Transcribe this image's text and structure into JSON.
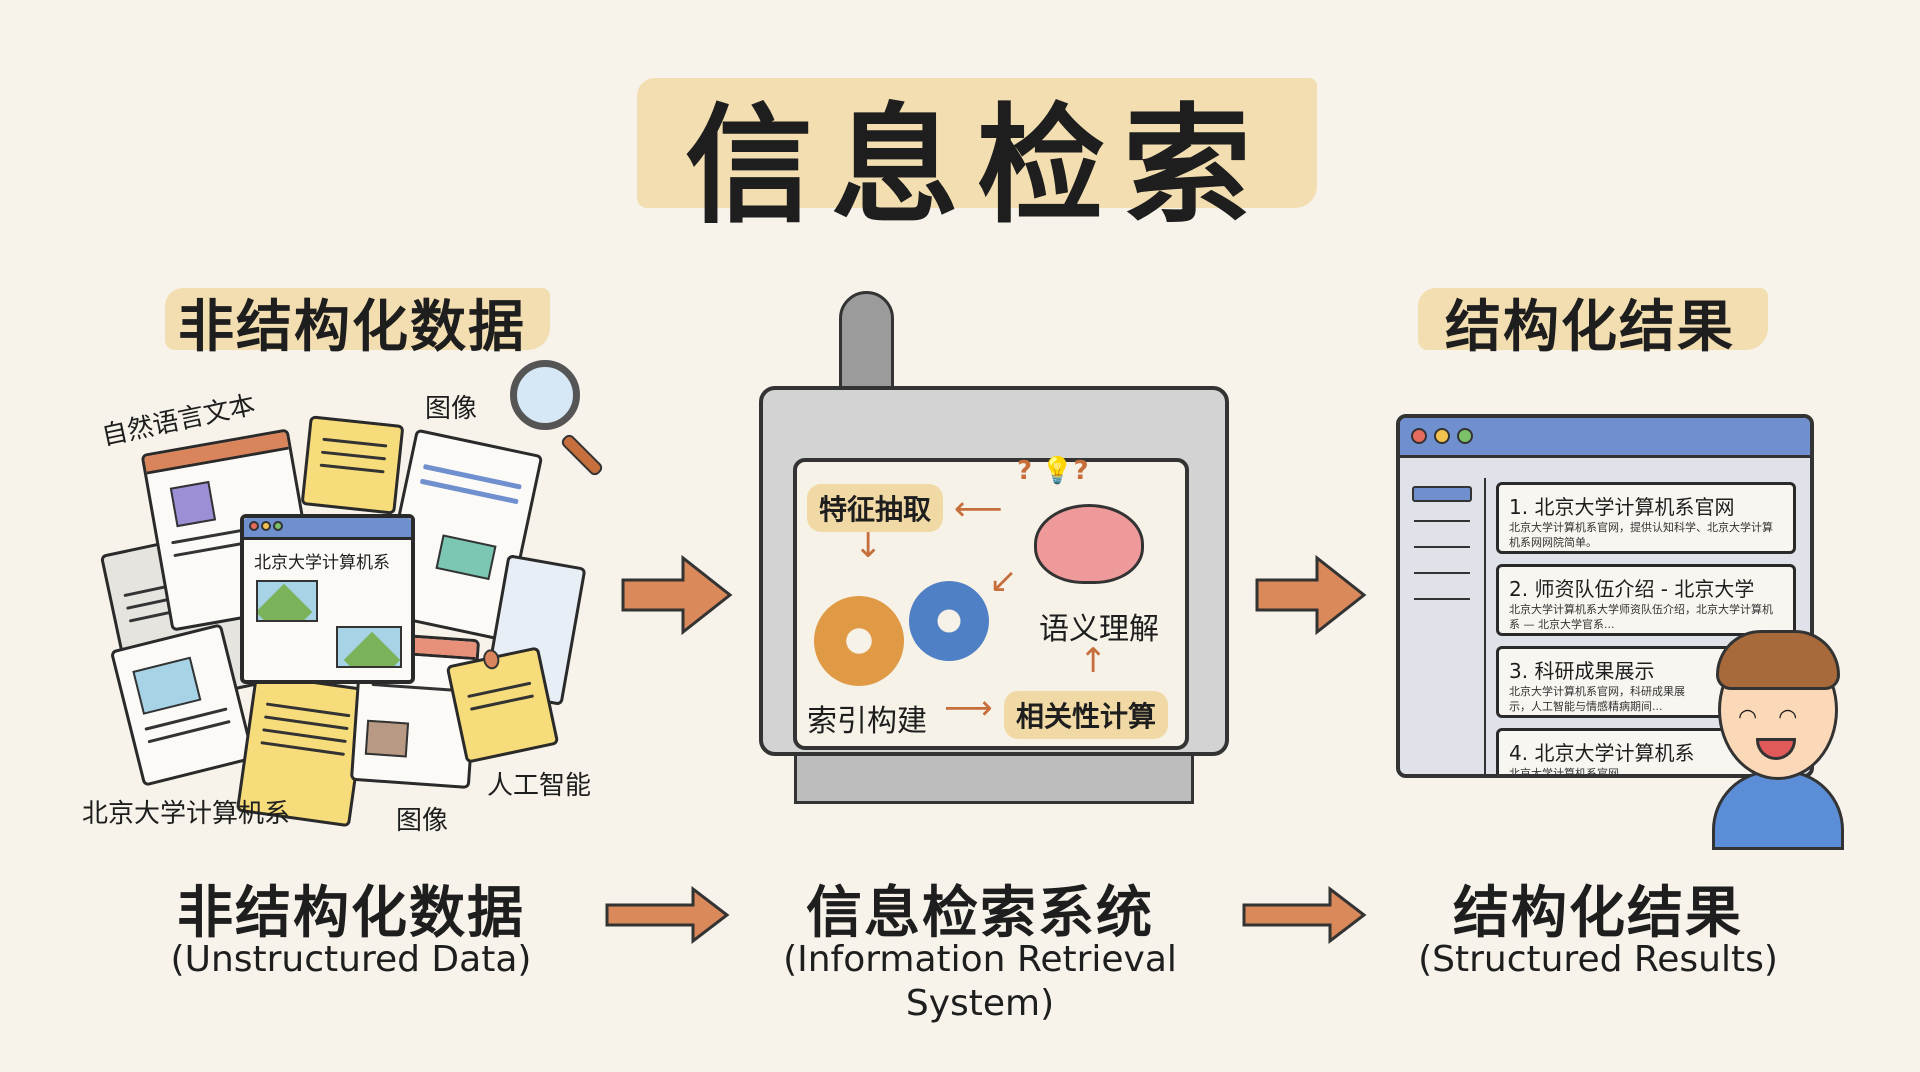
{
  "title": "信息检索",
  "left_header": "非结构化数据",
  "right_header": "结构化结果",
  "left_collage": {
    "labels": [
      "自然语言文本",
      "图像",
      "北京大学计算机系",
      "图像",
      "人工智能"
    ],
    "doc_title": "北京大学计算机系"
  },
  "machine": {
    "steps": [
      "特征抽取",
      "语义理解",
      "索引构建",
      "相关性计算"
    ]
  },
  "results": [
    {
      "title": "1. 北京大学计算机系官网",
      "desc": "北京大学计算机系官网，提供认知科学、北京大学计算机系网网院简单。"
    },
    {
      "title": "2. 师资队伍介绍 - 北京大学",
      "desc": "北京大学计算机系大学师资队伍介绍，北京大学计算机系 — 北京大学官系..."
    },
    {
      "title": "3. 科研成果展示",
      "desc": "北京大学计算机系官网，科研成果展示，人工智能与情感精病期间..."
    },
    {
      "title": "4. 北京大学计算机系",
      "desc": "北京大学计算机系官网"
    }
  ],
  "bottom": {
    "left": {
      "title": "非结构化数据",
      "sub": "(Unstructured Data)"
    },
    "center": {
      "title": "信息检索系统",
      "sub1": "(Information Retrieval",
      "sub2": "System)"
    },
    "right": {
      "title": "结构化结果",
      "sub": "(Structured Results)"
    }
  },
  "colors": {
    "highlight": "#f1d9a6",
    "arrow": "#d9895a",
    "browser_bar": "#6f8fcf",
    "sticky": "#f6dc7a",
    "gear_orange": "#e09a45",
    "gear_blue": "#4f7fc4",
    "brain": "#ef9a9a"
  }
}
